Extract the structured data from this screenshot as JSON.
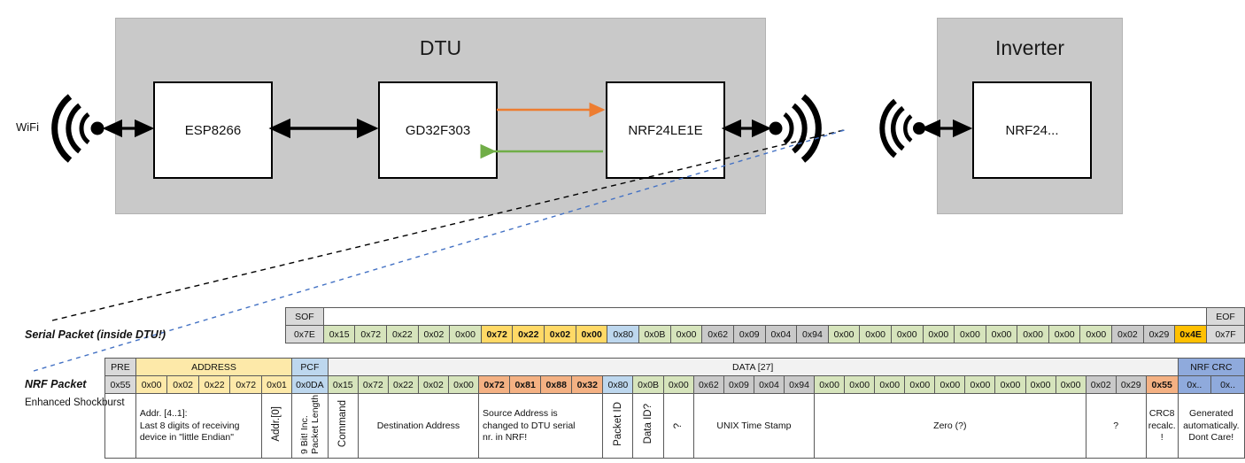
{
  "diagram": {
    "dtu": {
      "title": "DTU",
      "chips": [
        {
          "label": "ESP8266"
        },
        {
          "label": "GD32F303"
        },
        {
          "label": "NRF24LE1E"
        }
      ],
      "wifi_label": "WiFi",
      "arrow_colors": {
        "orange": "#ED7D31",
        "green": "#70AD47",
        "black": "#000000"
      }
    },
    "inverter": {
      "title": "Inverter",
      "chips": [
        {
          "label": "NRF24..."
        }
      ]
    }
  },
  "labels": {
    "serial_packet": "Serial Packet (inside DTU!)",
    "nrf_packet": "NRF Packet",
    "enhanced_shockburst": "Enhanced Shockburst"
  },
  "serial": {
    "header": {
      "sof": "SOF",
      "eof": "EOF"
    },
    "sof_value": "0x7E",
    "eof_value": "0x7F",
    "bytes": [
      {
        "v": "0x15",
        "fill": "f-green"
      },
      {
        "v": "0x72",
        "fill": "f-green"
      },
      {
        "v": "0x22",
        "fill": "f-green"
      },
      {
        "v": "0x02",
        "fill": "f-green"
      },
      {
        "v": "0x00",
        "fill": "f-green"
      },
      {
        "v": "0x72",
        "fill": "f-yellow",
        "bold": true
      },
      {
        "v": "0x22",
        "fill": "f-yellow",
        "bold": true
      },
      {
        "v": "0x02",
        "fill": "f-yellow",
        "bold": true
      },
      {
        "v": "0x00",
        "fill": "f-yellow",
        "bold": true
      },
      {
        "v": "0x80",
        "fill": "f-blue"
      },
      {
        "v": "0x0B",
        "fill": "f-green"
      },
      {
        "v": "0x00",
        "fill": "f-green"
      },
      {
        "v": "0x62",
        "fill": "f-grey2"
      },
      {
        "v": "0x09",
        "fill": "f-grey2"
      },
      {
        "v": "0x04",
        "fill": "f-grey2"
      },
      {
        "v": "0x94",
        "fill": "f-grey2"
      },
      {
        "v": "0x00",
        "fill": "f-green"
      },
      {
        "v": "0x00",
        "fill": "f-green"
      },
      {
        "v": "0x00",
        "fill": "f-green"
      },
      {
        "v": "0x00",
        "fill": "f-green"
      },
      {
        "v": "0x00",
        "fill": "f-green"
      },
      {
        "v": "0x00",
        "fill": "f-green"
      },
      {
        "v": "0x00",
        "fill": "f-green"
      },
      {
        "v": "0x00",
        "fill": "f-green"
      },
      {
        "v": "0x00",
        "fill": "f-green"
      },
      {
        "v": "0x02",
        "fill": "f-grey2"
      },
      {
        "v": "0x29",
        "fill": "f-grey2"
      },
      {
        "v": "0x4E",
        "fill": "f-orange",
        "bold": true
      }
    ]
  },
  "nrf": {
    "header": {
      "pre": "PRE",
      "address": "ADDRESS",
      "pcf": "PCF",
      "data": "DATA [27]",
      "crc": "NRF CRC"
    },
    "pre_value": "0x55",
    "address_values": [
      "0x00",
      "0x02",
      "0x22",
      "0x72",
      "0x01"
    ],
    "pcf_value": "0x0DA",
    "crc_values": [
      "0x..",
      "0x.."
    ],
    "bytes": [
      {
        "v": "0x15",
        "fill": "f-green"
      },
      {
        "v": "0x72",
        "fill": "f-green"
      },
      {
        "v": "0x22",
        "fill": "f-green"
      },
      {
        "v": "0x02",
        "fill": "f-green"
      },
      {
        "v": "0x00",
        "fill": "f-green"
      },
      {
        "v": "0x72",
        "fill": "f-salmon2",
        "bold": true
      },
      {
        "v": "0x81",
        "fill": "f-salmon2",
        "bold": true
      },
      {
        "v": "0x88",
        "fill": "f-salmon2",
        "bold": true
      },
      {
        "v": "0x32",
        "fill": "f-salmon2",
        "bold": true
      },
      {
        "v": "0x80",
        "fill": "f-blue"
      },
      {
        "v": "0x0B",
        "fill": "f-green"
      },
      {
        "v": "0x00",
        "fill": "f-green"
      },
      {
        "v": "0x62",
        "fill": "f-grey2"
      },
      {
        "v": "0x09",
        "fill": "f-grey2"
      },
      {
        "v": "0x04",
        "fill": "f-grey2"
      },
      {
        "v": "0x94",
        "fill": "f-grey2"
      },
      {
        "v": "0x00",
        "fill": "f-green"
      },
      {
        "v": "0x00",
        "fill": "f-green"
      },
      {
        "v": "0x00",
        "fill": "f-green"
      },
      {
        "v": "0x00",
        "fill": "f-green"
      },
      {
        "v": "0x00",
        "fill": "f-green"
      },
      {
        "v": "0x00",
        "fill": "f-green"
      },
      {
        "v": "0x00",
        "fill": "f-green"
      },
      {
        "v": "0x00",
        "fill": "f-green"
      },
      {
        "v": "0x00",
        "fill": "f-green"
      },
      {
        "v": "0x02",
        "fill": "f-grey2"
      },
      {
        "v": "0x29",
        "fill": "f-grey2"
      },
      {
        "v": "0x55",
        "fill": "f-salmon2",
        "bold": true
      }
    ],
    "descriptions": {
      "address_block_line1": "Addr. [4..1]:",
      "address_block_line2": "Last 8 digits of receiving",
      "address_block_line3": "device in \"little Endian\"",
      "addr0": "Addr.[0]",
      "pcf_line1": "9 Bit!",
      "pcf_line2": "Inc. Packet",
      "pcf_line3": "Length",
      "command": "Command",
      "destination_address": "Destination Address",
      "source_line1": "Source Address is",
      "source_line2": "changed to DTU serial",
      "source_line3": "nr. in NRF!",
      "packet_id": "Packet ID",
      "data_id": "Data ID?",
      "unknown1": "?",
      "unix_time_stamp": "UNIX Time Stamp",
      "zero": "Zero (?)",
      "unknown2": "?",
      "crc8_line1": "CRC8",
      "crc8_line2": "recalc.",
      "crc8_line3": "!",
      "nrfcrc_line1": "Generated",
      "nrfcrc_line2": "automatically.",
      "nrfcrc_line3": "Dont Care!"
    }
  }
}
